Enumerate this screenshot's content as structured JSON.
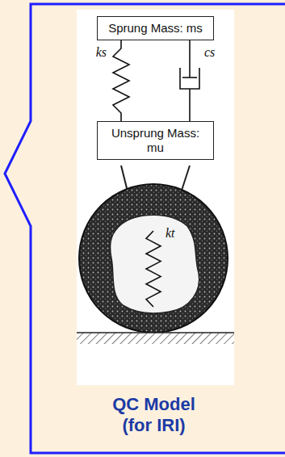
{
  "diagram": {
    "caption": "QC Model (for IRI)",
    "nodes": [
      {
        "text": [
          "Sprung Mass: ms"
        ]
      },
      {
        "text": [
          "Unsprung Mass: mu"
        ]
      }
    ],
    "edges": [
      {
        "from": 0,
        "to": 1,
        "arrow": "none",
        "label": "ks"
      },
      {
        "from": 0,
        "to": 1,
        "arrow": "none",
        "label": "cs"
      }
    ],
    "labels": [
      "kt"
    ]
  }
}
